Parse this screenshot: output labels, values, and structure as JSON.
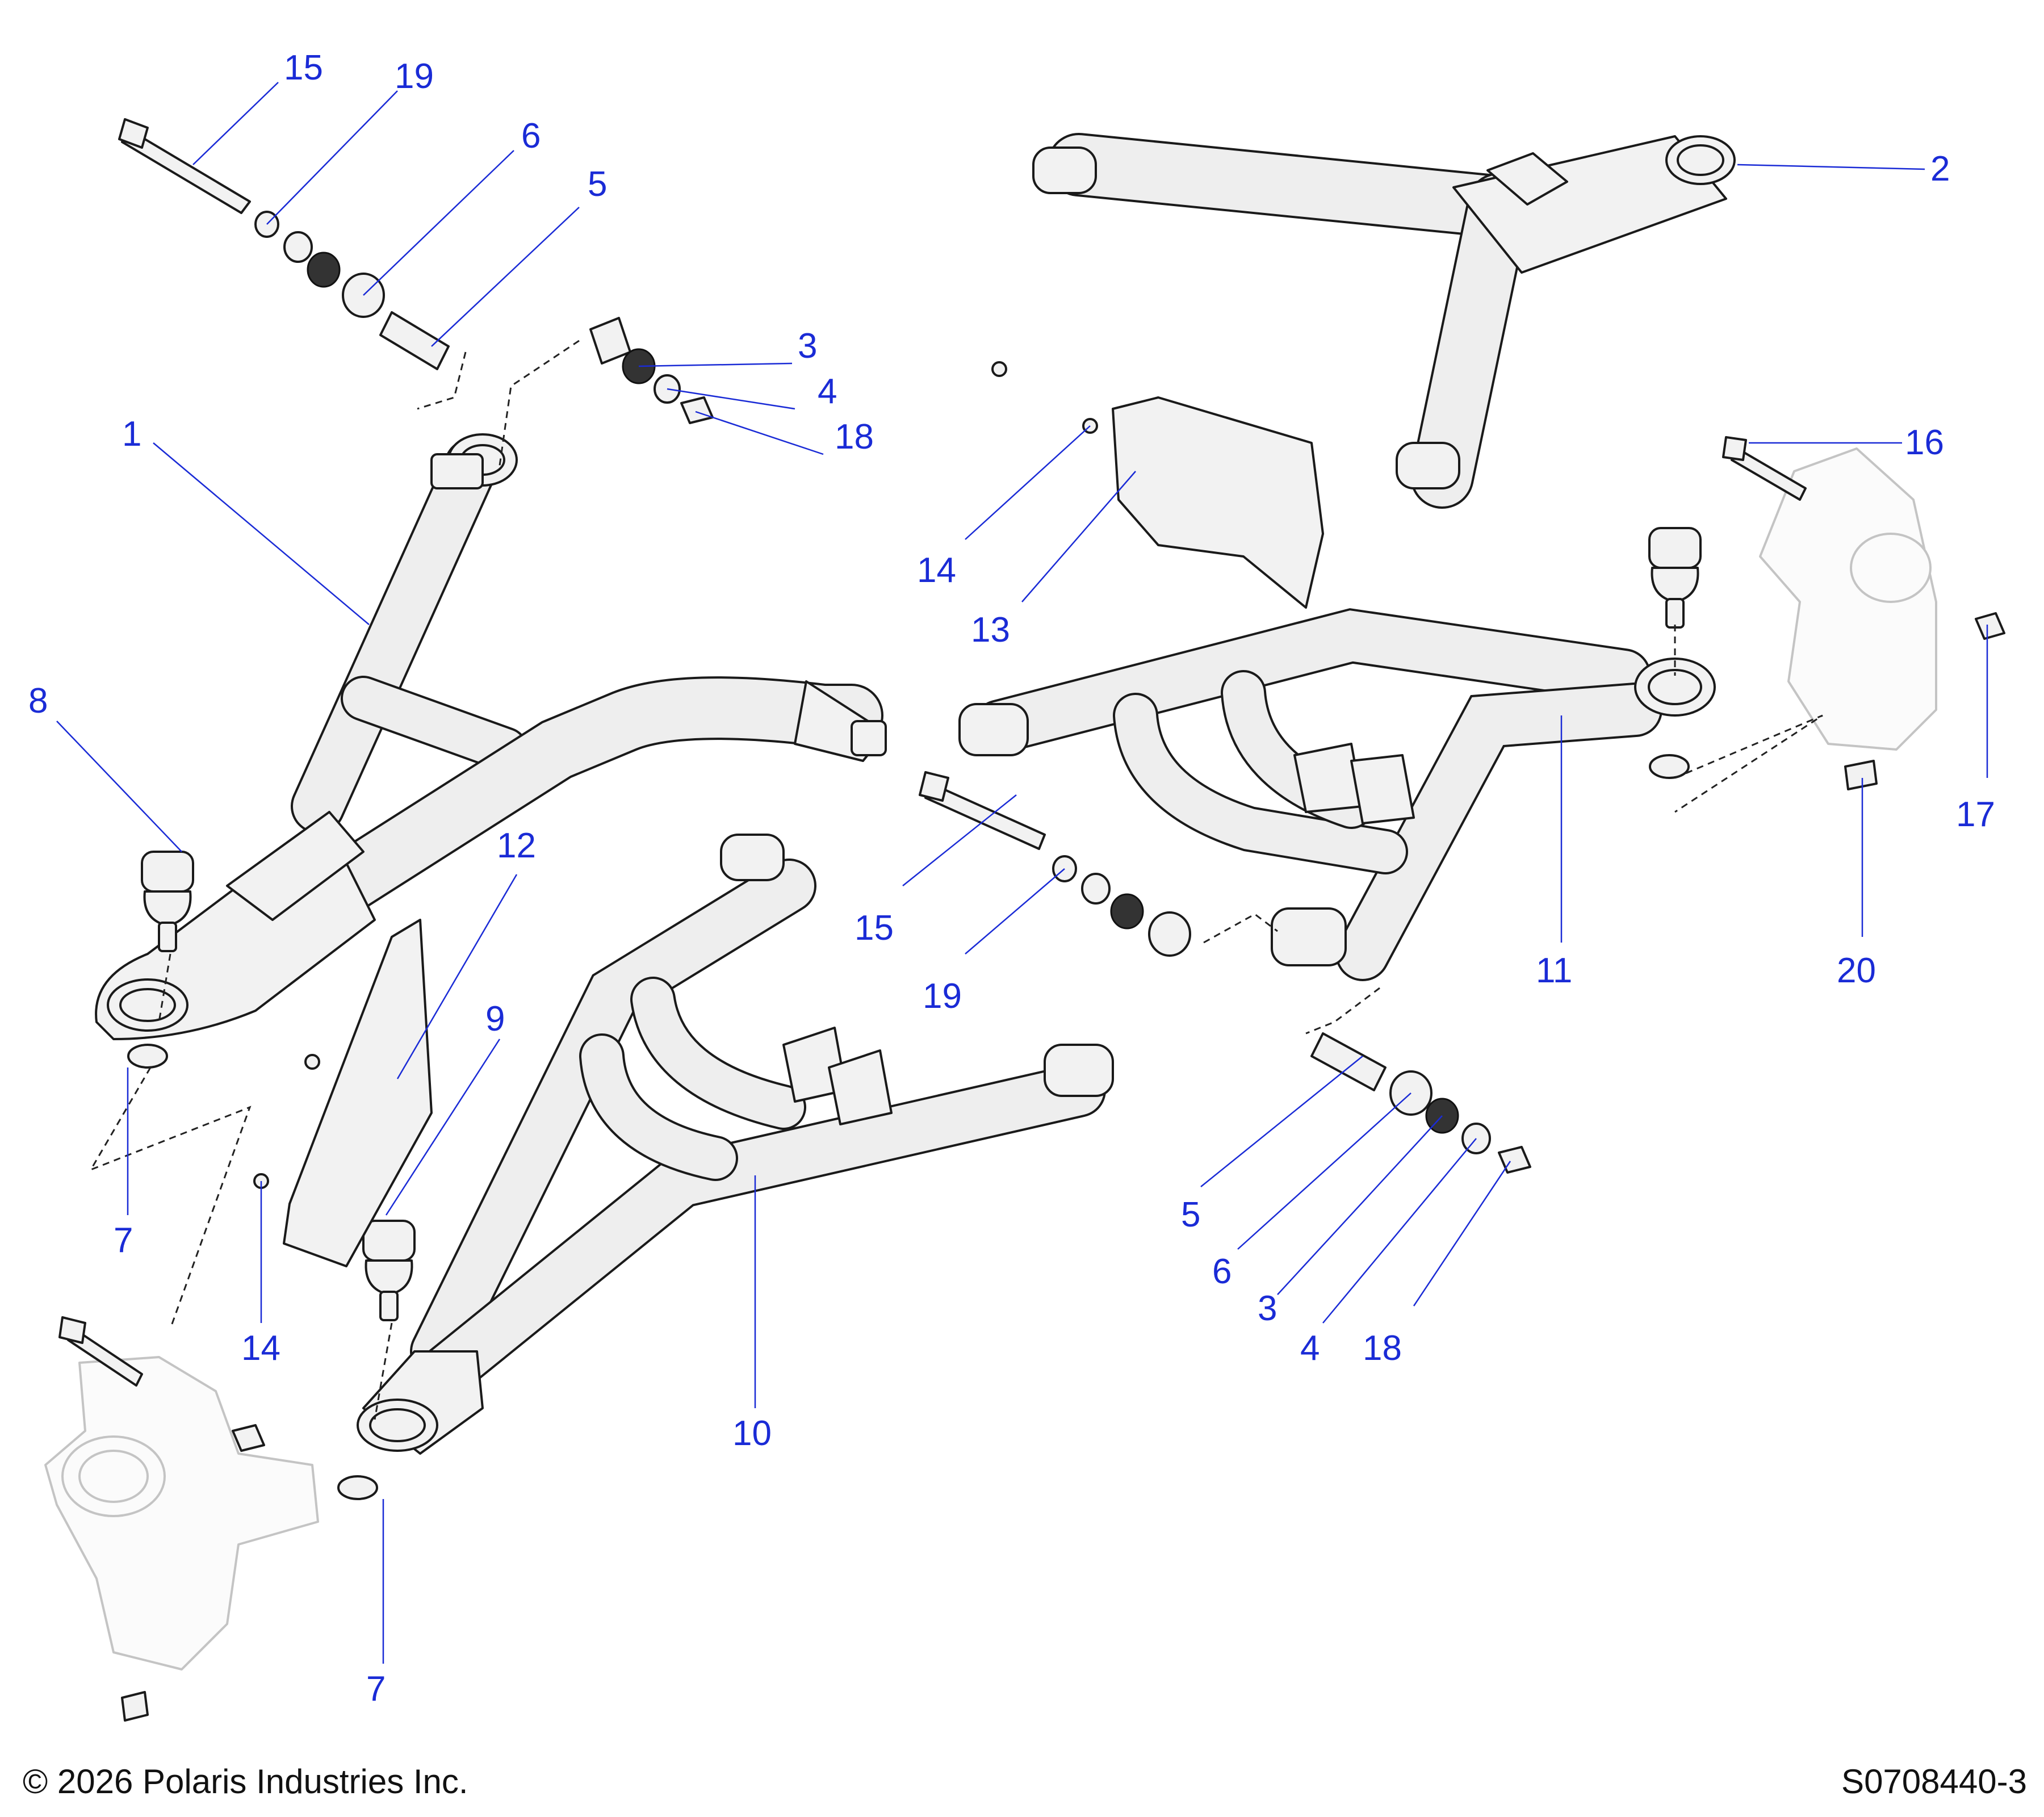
{
  "footer": {
    "copyright": "© 2026 Polaris Industries Inc.",
    "diagram_id": "S0708440-3"
  },
  "callouts": [
    "15",
    "19",
    "6",
    "5",
    "2",
    "3",
    "4",
    "18",
    "1",
    "16",
    "14",
    "13",
    "8",
    "17",
    "12",
    "11",
    "15",
    "20",
    "9",
    "19",
    "7",
    "5",
    "6",
    "3",
    "4",
    "18",
    "14",
    "10",
    "7"
  ],
  "colors": {
    "callout": "#1a2bd6",
    "line": "#1a1a1a",
    "fill": "#f2f2f2"
  }
}
